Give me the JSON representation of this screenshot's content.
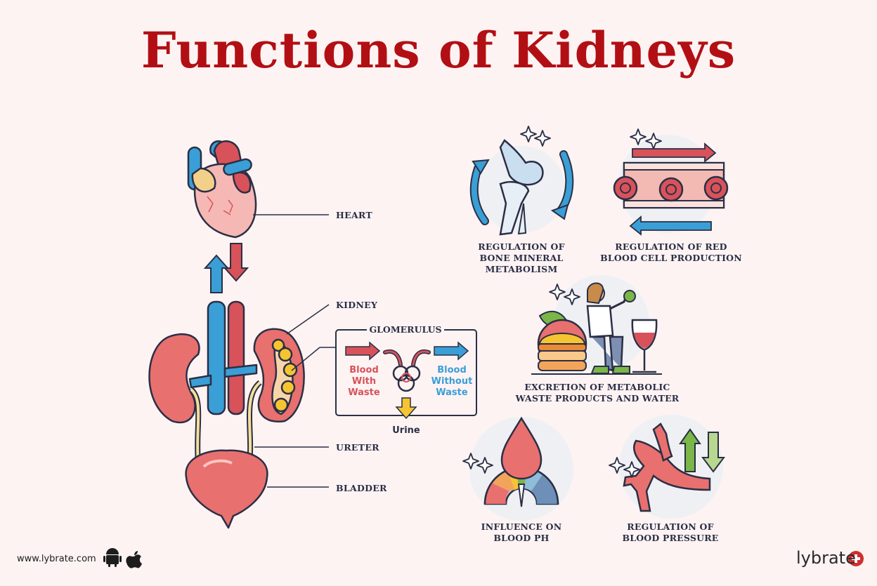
{
  "title": "Functions of Kidneys",
  "labels": {
    "heart": "HEART",
    "kidney": "KIDNEY",
    "ureter": "URETER",
    "bladder": "BLADDER"
  },
  "glomerulus": {
    "title": "GLOMERULUS",
    "blood_with_waste": [
      "Blood",
      "With",
      "Waste"
    ],
    "blood_without_waste": [
      "Blood",
      "Without",
      "Waste"
    ],
    "urine": "Urine"
  },
  "functions": [
    {
      "line1": "REGULATION OF",
      "line2": "BONE MINERAL METABOLISM"
    },
    {
      "line1": "REGULATION OF RED",
      "line2": "BLOOD CELL PRODUCTION"
    },
    {
      "line1": "EXCRETION OF METABOLIC",
      "line2": "WASTE PRODUCTS AND WATER"
    },
    {
      "line1": "INFLUENCE ON",
      "line2": "BLOOD PH"
    },
    {
      "line1": "REGULATION OF",
      "line2": "BLOOD PRESSURE"
    }
  ],
  "footer": {
    "url": "www.lybrate.com",
    "brand": "lybrate"
  },
  "icons": [
    "android-icon",
    "apple-icon",
    "sparkle-icon"
  ],
  "colors": {
    "title": "#b20f14",
    "red_blood": "#d8525a",
    "blue_blood": "#3a9fd6",
    "outline": "#2b2f45",
    "background": "#fdf3f3"
  }
}
